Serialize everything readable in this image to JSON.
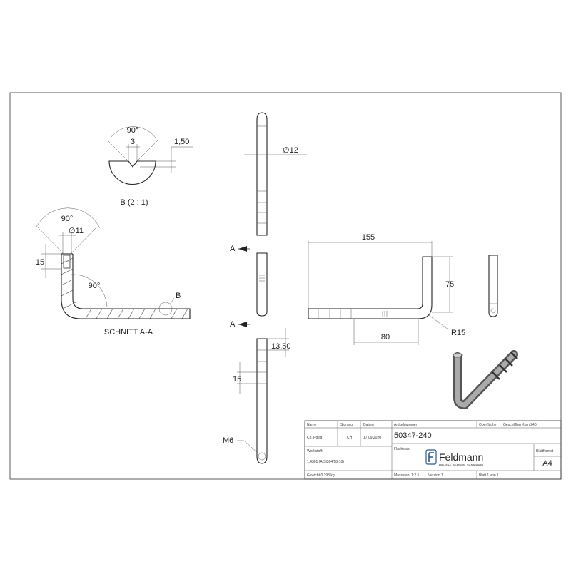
{
  "views": {
    "detail_b": {
      "title": "B (2 : 1)",
      "angle": "90°",
      "width": "3",
      "depth": "1,50"
    },
    "section": {
      "title": "SCHNITT A-A",
      "angle_top": "90°",
      "diameter": "∅11",
      "height": "15",
      "bend_angle": "90°",
      "detail_ref": "B"
    },
    "top_view": {
      "diameter": "∅12"
    },
    "side_view": {
      "section_mark_top": "A",
      "section_mark_bottom": "A"
    },
    "bottom_view": {
      "pitch": "13,50",
      "spacing": "15",
      "thread": "M6"
    },
    "main_view": {
      "length": "155",
      "height": "75",
      "leg": "80",
      "radius": "R15"
    }
  },
  "title_block": {
    "headers": {
      "name": "Name",
      "signature": "Signatur",
      "date": "Datum",
      "article": "Artikelnummer",
      "surface": "Oberfläche:",
      "material_label": "Werkstoff:",
      "weight": "Gewicht 0.193 kg",
      "description_label": "Flachstab",
      "scale": "Massstab: 1:2.5",
      "version": "Version 1",
      "sheet": "Blatt 1 von 1",
      "format_label": "Blattformat"
    },
    "values": {
      "name": "Ch. Pollig",
      "signature": "CH",
      "date": "17.09.2020",
      "article": "50347-240",
      "surface": "Geschliffen Korn 240",
      "material": "1.4301 (AISI304/18-10)",
      "format": "A4"
    },
    "logo_text": "Feldmann",
    "logo_sub": "EDELSTAHL · ALUMINIUM · SCHWEISSEREI"
  }
}
